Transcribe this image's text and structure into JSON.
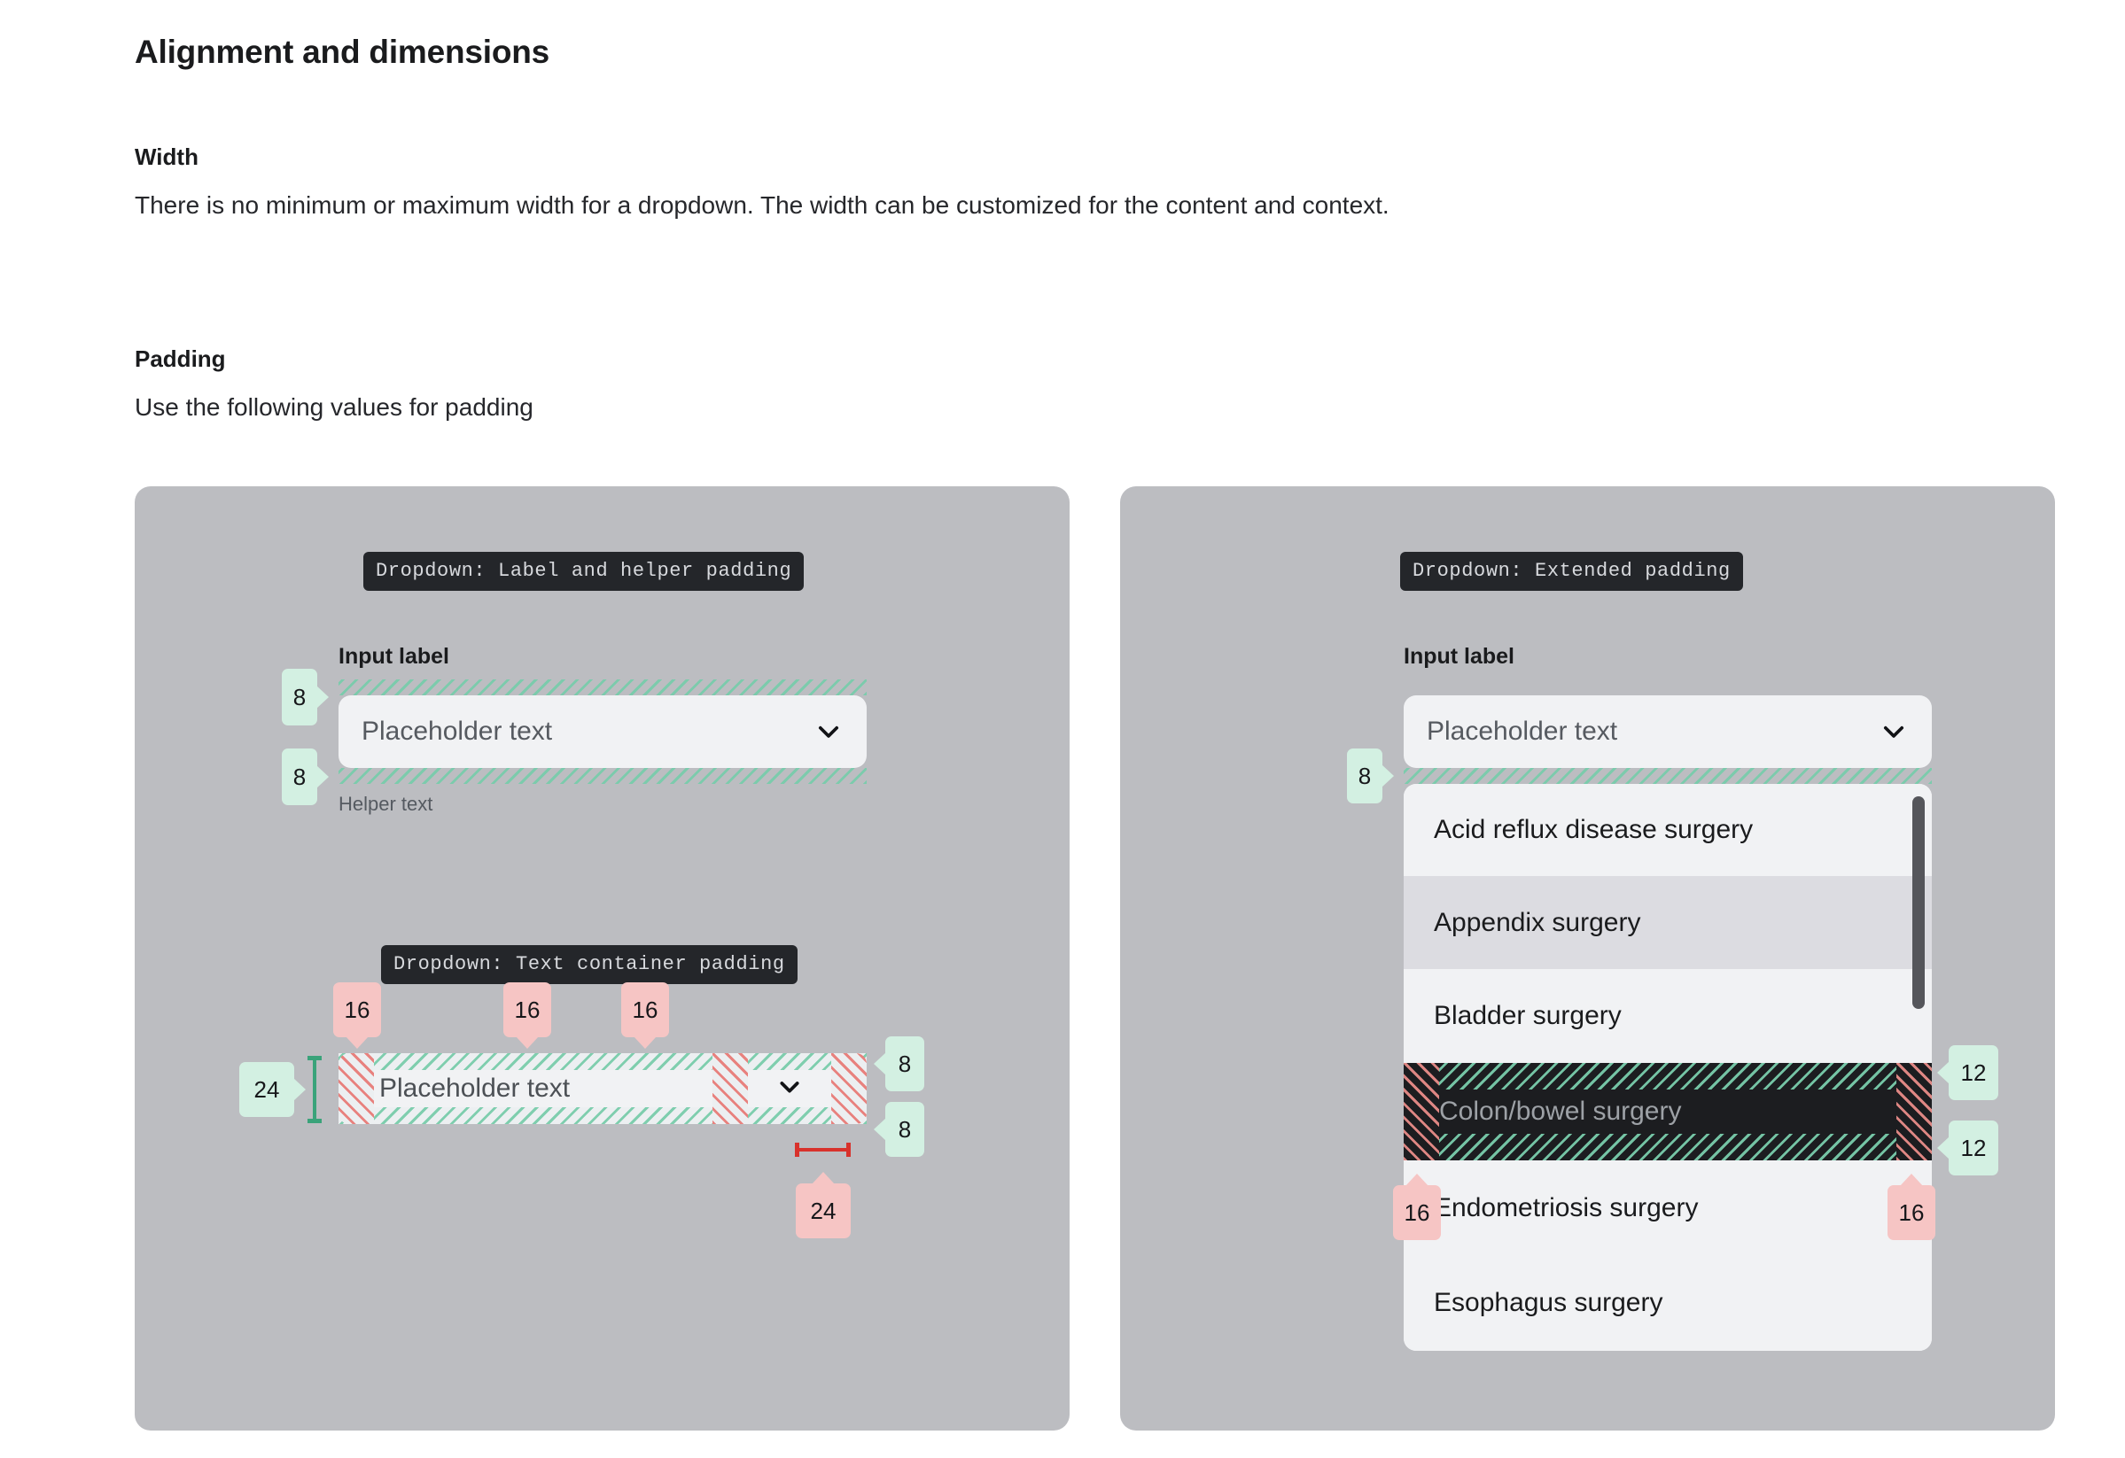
{
  "doc": {
    "heading": "Alignment and dimensions",
    "width_heading": "Width",
    "width_body": "There is no minimum or maximum width for a dropdown. The width can be customized for the content and context.",
    "padding_heading": "Padding",
    "padding_body": "Use the following values for padding"
  },
  "colors": {
    "card_bg": "#BCBDC1",
    "field_bg": "#F1F2F4",
    "tag_bg": "#24262A",
    "badge_green": "#D3F0E2",
    "badge_pink": "#F6C5C4",
    "hatch_green": "#79CCAB",
    "hatch_red": "#E87874",
    "rule_green": "#3AA37A",
    "rule_red": "#D8322C",
    "selected_option_bg": "#1C1D20",
    "alt_option_bg": "#DCDCE1",
    "scrollbar_thumb": "#55565B"
  },
  "left_card": {
    "tag_label": "Dropdown: Label and helper padding",
    "input_label": "Input label",
    "placeholder": "Placeholder text",
    "helper_text": "Helper text",
    "chevron_icon": "chevron-down-icon",
    "spacing_label_to_field": "8",
    "spacing_field_to_helper": "8",
    "tag_label_2": "Dropdown: Text container padding",
    "field2_placeholder": "Placeholder text",
    "pad_left": "16",
    "pad_right_text": "16",
    "pad_right_edge": "16",
    "pad_top": "8",
    "pad_bottom": "8",
    "height_measure": "24",
    "icon_measure": "24"
  },
  "right_card": {
    "tag_label": "Dropdown: Extended padding",
    "input_label": "Input label",
    "placeholder": "Placeholder text",
    "chevron_icon": "chevron-down-icon",
    "spacing_field_to_menu": "8",
    "options": [
      {
        "label": "Acid reflux disease surgery",
        "state": "default"
      },
      {
        "label": "Appendix surgery",
        "state": "hover"
      },
      {
        "label": "Bladder surgery",
        "state": "default"
      },
      {
        "label": "Colon/bowel surgery",
        "state": "selected"
      },
      {
        "label": "Endometriosis surgery",
        "state": "default"
      },
      {
        "label": "Esophagus surgery",
        "state": "clipped"
      }
    ],
    "option_pad_top": "12",
    "option_pad_bottom": "12",
    "option_pad_left": "16",
    "option_pad_right": "16",
    "scrollbar": "vertical-scrollbar"
  }
}
